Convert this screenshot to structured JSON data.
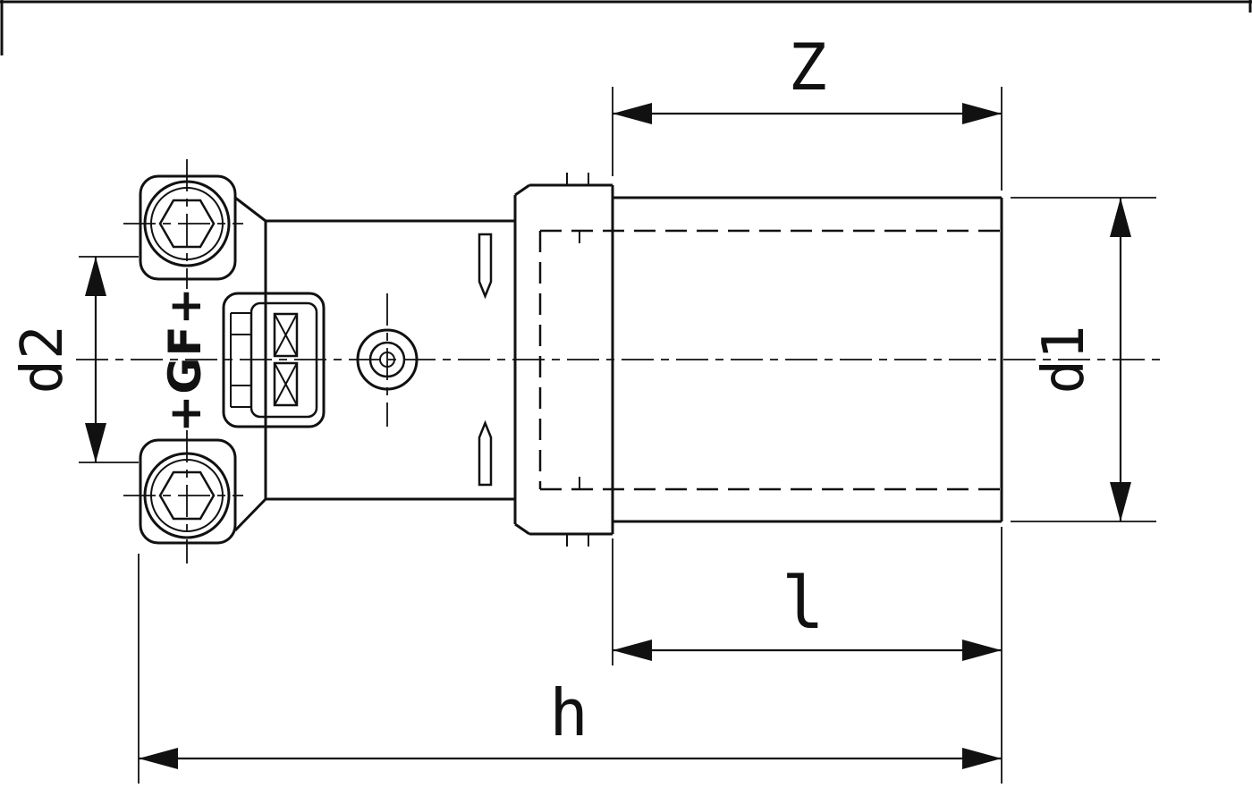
{
  "drawing": {
    "type": "technical-dimension-drawing",
    "subject": "electrofusion transition fitting with spigot end",
    "logo": "+GF+",
    "ink_color": "#111111",
    "background_color": "#ffffff",
    "dimension_labels": {
      "z": "Z",
      "d1": "d1",
      "d2": "d2",
      "l": "l",
      "h": "h"
    }
  }
}
